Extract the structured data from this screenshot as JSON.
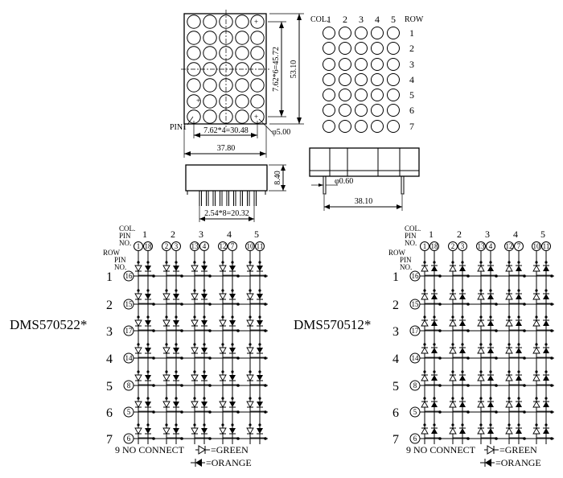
{
  "front_view": {
    "dim_height_total": "53.10",
    "dim_row_pitch": "7.62*6=45.72",
    "dim_col_pitch": "7.62*4=30.48",
    "dim_width": "37.80",
    "dim_led_dia": "φ5.00",
    "pin1_label": "PIN1"
  },
  "pin_view": {
    "col_header": "COL.",
    "col_numbers": [
      "1",
      "2",
      "3",
      "4",
      "5"
    ],
    "row_header": "ROW",
    "row_numbers": [
      "1",
      "2",
      "3",
      "4",
      "5",
      "6",
      "7"
    ]
  },
  "side_view": {
    "dim_thickness": "8.40",
    "dim_pin_pitch": "2.54*8=20.32"
  },
  "end_view": {
    "dim_pin_dia": "φ0.60",
    "dim_row_spacing": "38.10"
  },
  "circuits": [
    {
      "part_number": "DMS570522*",
      "type": "common-anode",
      "col_labels": [
        "COL.",
        "PIN",
        "NO."
      ],
      "row_labels": [
        "ROW",
        "PIN",
        "NO."
      ],
      "col_numbers": [
        "1",
        "2",
        "3",
        "4",
        "5"
      ],
      "col_pins": [
        [
          "1",
          "18"
        ],
        [
          "2",
          "3"
        ],
        [
          "13",
          "4"
        ],
        [
          "12",
          "7"
        ],
        [
          "10",
          "11"
        ]
      ],
      "row_numbers": [
        "1",
        "2",
        "3",
        "4",
        "5",
        "6",
        "7"
      ],
      "row_pins": [
        "16",
        "15",
        "17",
        "14",
        "8",
        "5",
        "6"
      ],
      "footnote_1": "9 NO CONNECT",
      "legend_green": "=GREEN",
      "legend_orange": "=ORANGE"
    },
    {
      "part_number": "DMS570512*",
      "type": "common-cathode",
      "col_labels": [
        "COL.",
        "PIN",
        "NO."
      ],
      "row_labels": [
        "ROW",
        "PIN",
        "NO."
      ],
      "col_numbers": [
        "1",
        "2",
        "3",
        "4",
        "5"
      ],
      "col_pins": [
        [
          "1",
          "18"
        ],
        [
          "2",
          "3"
        ],
        [
          "13",
          "4"
        ],
        [
          "12",
          "7"
        ],
        [
          "10",
          "11"
        ]
      ],
      "row_numbers": [
        "1",
        "2",
        "3",
        "4",
        "5",
        "6",
        "7"
      ],
      "row_pins": [
        "16",
        "15",
        "17",
        "14",
        "8",
        "5",
        "6"
      ],
      "footnote_1": "9 NO CONNECT",
      "legend_green": "=GREEN",
      "legend_orange": "=ORANGE"
    }
  ]
}
